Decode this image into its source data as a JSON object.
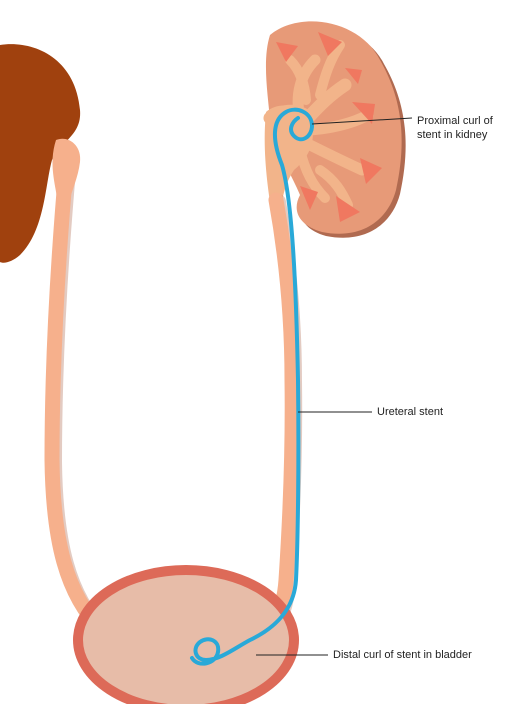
{
  "labels": {
    "proximal_curl_line1": "Proximal curl of",
    "proximal_curl_line2": "stent in kidney",
    "ureteral_stent": "Ureteral stent",
    "distal_curl": "Distal curl of stent in bladder"
  },
  "colors": {
    "left_kidney": "#a0410e",
    "right_kidney": "#e79a78",
    "kidney_shadow": "#b06a50",
    "calyx": "#f2b48a",
    "pyramid": "#f07860",
    "ureter": "#f6b08c",
    "ureter_shadow": "#b06a50",
    "stent": "#29a9d8",
    "bladder_fill": "#e7bca8",
    "bladder_rim": "#dd6a58",
    "leader_line": "#222222"
  }
}
